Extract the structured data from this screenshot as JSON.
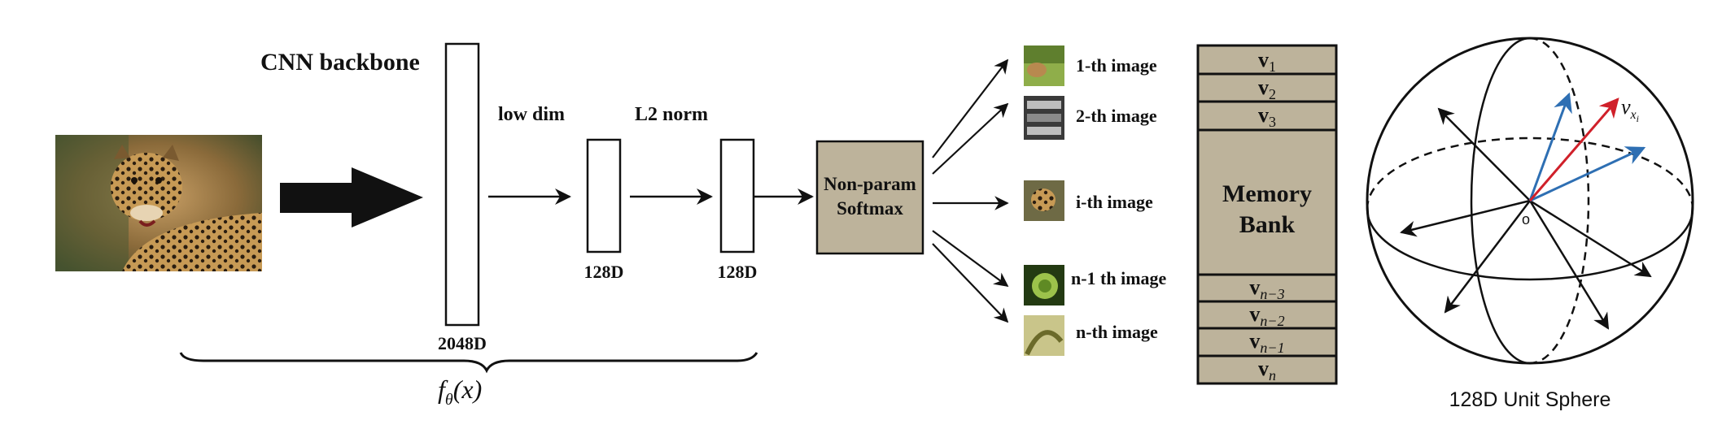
{
  "title": "CNN backbone",
  "backbone": {
    "dim_label": "2048D"
  },
  "low_dim": {
    "label": "low dim",
    "dim_label": "128D"
  },
  "l2_norm": {
    "label": "L2 norm",
    "dim_label": "128D"
  },
  "function_label": "fθ(x)",
  "softmax": {
    "line1": "Non-param",
    "line2": "Softmax"
  },
  "outputs": [
    {
      "label": "1-th image"
    },
    {
      "label": "2-th image"
    },
    {
      "label": "i-th image"
    },
    {
      "label": "n-1 th image"
    },
    {
      "label": "n-th image"
    }
  ],
  "memory_bank": {
    "title_line1": "Memory",
    "title_line2": "Bank",
    "top_slots": [
      {
        "base": "v",
        "sub": "1"
      },
      {
        "base": "v",
        "sub": "2"
      },
      {
        "base": "v",
        "sub": "3"
      }
    ],
    "bottom_slots": [
      {
        "base": "v",
        "sub": "n−3"
      },
      {
        "base": "v",
        "sub": "n−2"
      },
      {
        "base": "v",
        "sub": "n−1"
      },
      {
        "base": "v",
        "sub": "n"
      }
    ]
  },
  "sphere": {
    "caption": "128D Unit Sphere",
    "origin_label": "o",
    "vector_label_base": "v",
    "vector_label_sub": "x",
    "vector_label_subsub": "i"
  },
  "colors": {
    "box_fill": "#bdb39b",
    "red_vector": "#d0202a",
    "blue_vector": "#2e6fb3",
    "ink": "#111111"
  }
}
